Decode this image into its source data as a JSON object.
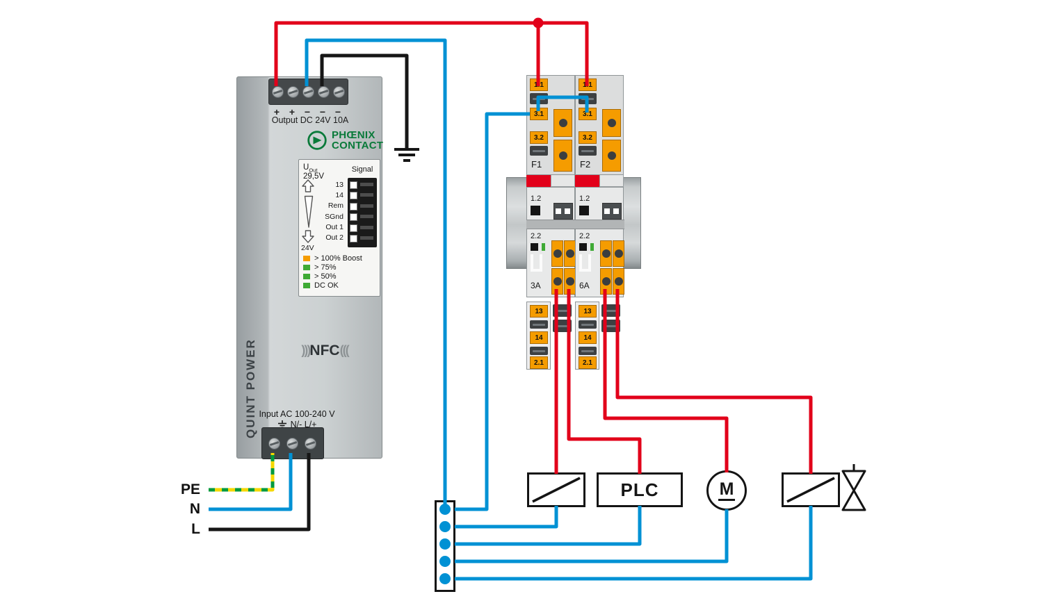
{
  "diagram_type": "power-supply-wiring-diagram",
  "colors": {
    "wire_24v_plus": "#e2001a",
    "wire_0v_minus": "#0091d4",
    "wire_line_black": "#161616",
    "wire_pe_yellow": "#f5d800",
    "wire_pe_green": "#009a3d",
    "terminal_orange": "#f59c00",
    "led_orange": "#f59c00",
    "led_green": "#3faa35",
    "brand_green": "#0a7a3a",
    "breaker_status_red": "#e2001a"
  },
  "psu": {
    "brand_line1": "PHŒNIX",
    "brand_line2": "CONTACT",
    "output_polarity": [
      "+",
      "+",
      "−",
      "−",
      "−"
    ],
    "output_label": "Output DC 24V 10A",
    "u_out_symbol": "U",
    "u_out_sub": "Out",
    "u_out_value": "29,5V",
    "signal_label": "Signal",
    "signal_terminals": [
      "13",
      "14",
      "Rem",
      "SGnd",
      "Out 1",
      "Out 2"
    ],
    "down_adjust_value": "24V",
    "legend_labels": [
      "> 100% Boost",
      "> 75%",
      "> 50%",
      "DC OK"
    ],
    "side_label": "QUINT POWER",
    "nfc_label": "NFC",
    "nfc_waves_left": ")))",
    "nfc_waves_right": "(((",
    "input_label": "Input AC 100-240 V",
    "input_terminals": "N/- L/+"
  },
  "input_wires": {
    "pe": "PE",
    "n": "N",
    "l": "L"
  },
  "breakers": [
    {
      "name": "F1",
      "rating": "3A",
      "t11": "1.1",
      "t31": "3.1",
      "t32": "3.2",
      "t12": "1.2",
      "t22": "2.2",
      "t13": "13",
      "t14": "14",
      "t21": "2.1"
    },
    {
      "name": "F2",
      "rating": "6A",
      "t11": "1.1",
      "t31": "3.1",
      "t32": "3.2",
      "t12": "1.2",
      "t22": "2.2",
      "t13": "13",
      "t14": "14",
      "t21": "2.1"
    }
  ],
  "loads": {
    "plc_label": "PLC",
    "motor_label": "M"
  }
}
